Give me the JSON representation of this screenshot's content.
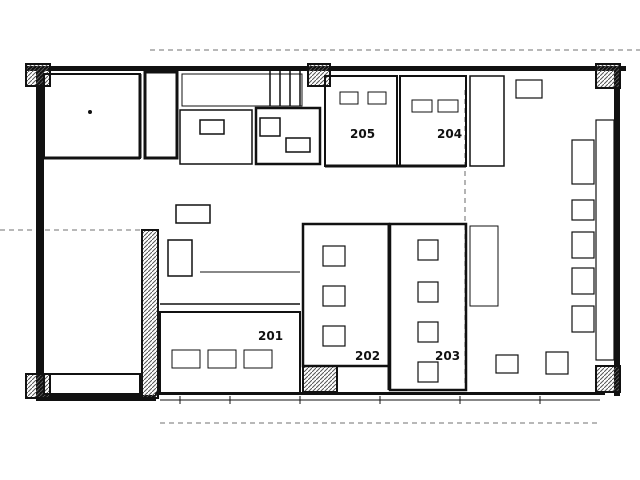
{
  "plan": {
    "rooms": [
      {
        "id": "201",
        "label": "201"
      },
      {
        "id": "202",
        "label": "202"
      },
      {
        "id": "203",
        "label": "203"
      },
      {
        "id": "204",
        "label": "204"
      },
      {
        "id": "205",
        "label": "205"
      }
    ],
    "colors": {
      "ink": "#111111",
      "background": "#ffffff",
      "hatch": "#555555"
    }
  }
}
